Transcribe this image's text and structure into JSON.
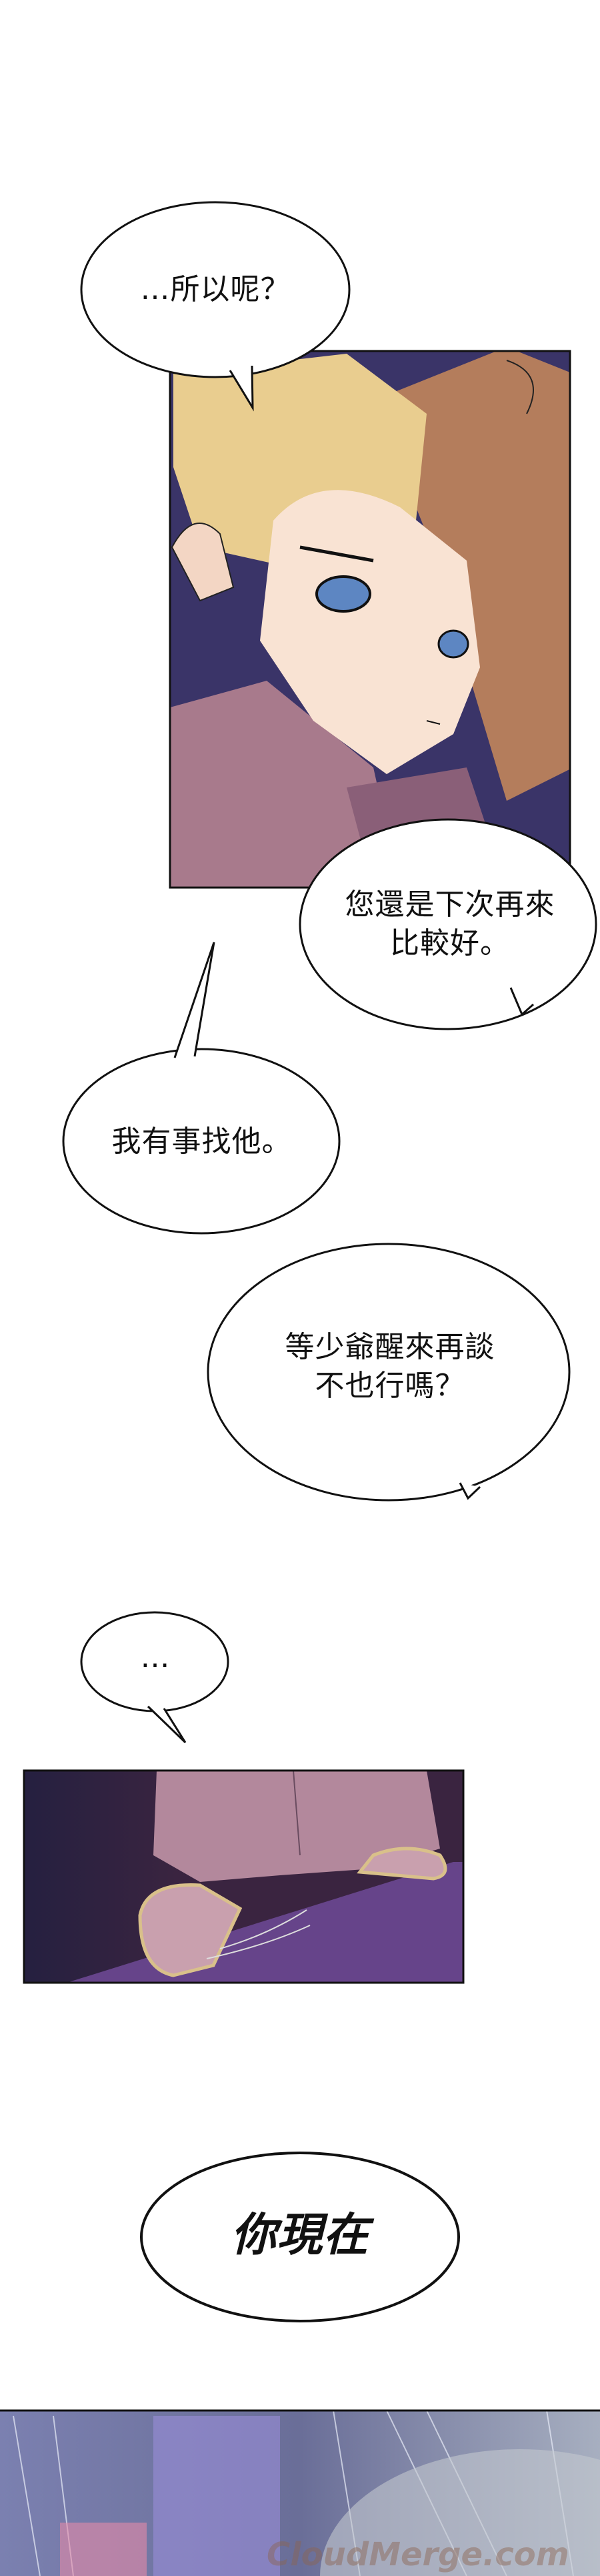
{
  "comic": {
    "bubbles": [
      {
        "id": "b1",
        "text": "…所以呢？"
      },
      {
        "id": "b2",
        "text": "您還是下次再來\n比較好。"
      },
      {
        "id": "b3",
        "text": "我有事找他。"
      },
      {
        "id": "b4",
        "text": "等少爺醒來再談\n不也行嗎？"
      },
      {
        "id": "b5",
        "text": "…"
      },
      {
        "id": "b6",
        "text": "你現在"
      }
    ],
    "watermark": "CloudMerge.com"
  },
  "colors": {
    "panel_bg_night": "#3a3468",
    "hair_blonde": "#e9cd8f",
    "hair_brown": "#b47d5c",
    "skin": "#f9e3d3",
    "clothes_pink": "#a87a8c",
    "floor_purple": "#66448a",
    "sfx_blue": "#7b80b0"
  }
}
